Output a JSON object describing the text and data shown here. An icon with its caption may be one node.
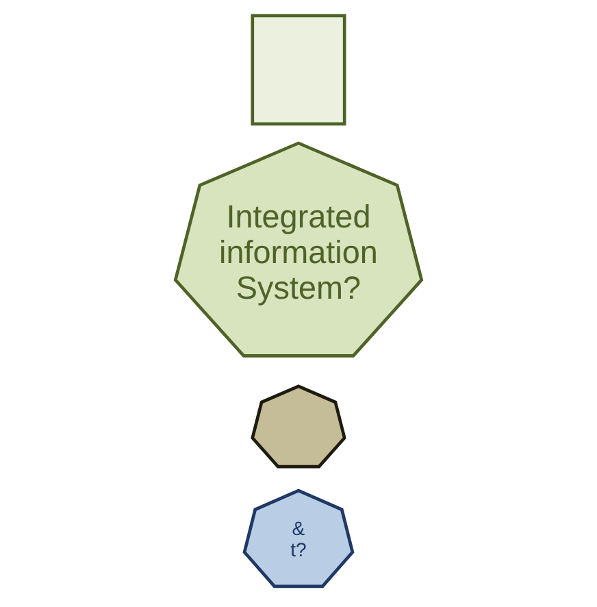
{
  "diagram": {
    "nodes": [
      {
        "text": [
          "& t?"
        ]
      },
      {
        "text": [],
        "shape": "gear"
      },
      {
        "text": [
          "Integrated information System?"
        ]
      },
      {
        "text": [],
        "shape": "box"
      }
    ]
  }
}
